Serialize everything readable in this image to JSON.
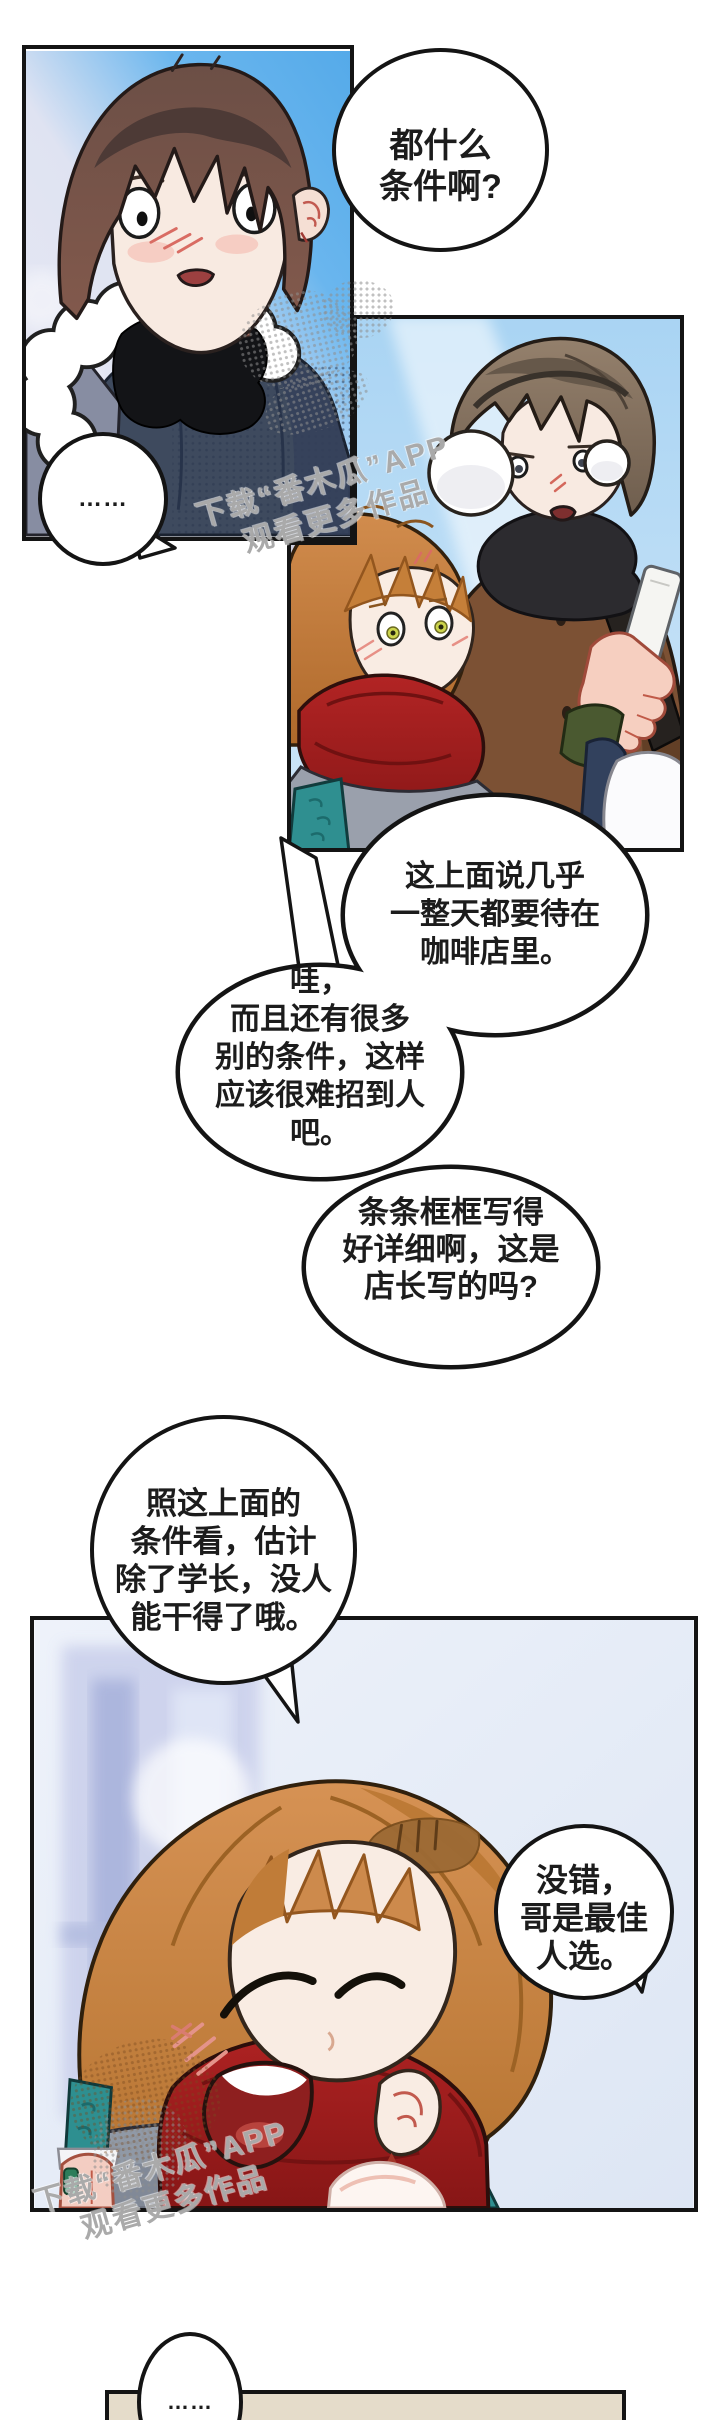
{
  "speech": {
    "shout": {
      "lines": [
        "都什么",
        "条件啊?"
      ]
    },
    "silent_top": {
      "text": "……"
    },
    "read_conditions": {
      "lines": [
        "这上面说几乎",
        "一整天都要待在",
        "咖啡店里。"
      ]
    },
    "wow_many": {
      "lines": [
        "哇，",
        "而且还有很多",
        "别的条件，这样",
        "应该很难招到人",
        "吧。"
      ]
    },
    "detailed": {
      "lines": [
        "条条框框写得",
        "好详细啊，这是",
        "店长写的吗?"
      ]
    },
    "only_senior": {
      "lines": [
        "照这上面的",
        "条件看，估计",
        "除了学长，没人",
        "能干得了哦。"
      ]
    },
    "best_candidate": {
      "lines": [
        "没错，",
        "哥是最佳",
        "人选。"
      ]
    },
    "silent_bottom": {
      "text": "……"
    }
  },
  "watermark": {
    "download_line": "下载“番木瓜”APP",
    "watch_line": "观看更多作品"
  },
  "colors": {
    "panel_border": "#141414",
    "sky_blue": "#5fb2ec",
    "panel2_sky": "#abd6f4",
    "scarf_red": "#a32222",
    "hair_orange": "#cd8a4c",
    "boy_hair_brown": "#5f4741",
    "man_hair_taupe": "#8a7866",
    "coat_brown": "#7c5134",
    "jacket_navy": "#3e4a5e",
    "strap_teal": "#2e8f90",
    "coat_gray": "#9099a6",
    "panel_beige": "#e5dcca",
    "watermark_gray": "#9b9b9b",
    "bubble_text": "#1c1c1c"
  }
}
